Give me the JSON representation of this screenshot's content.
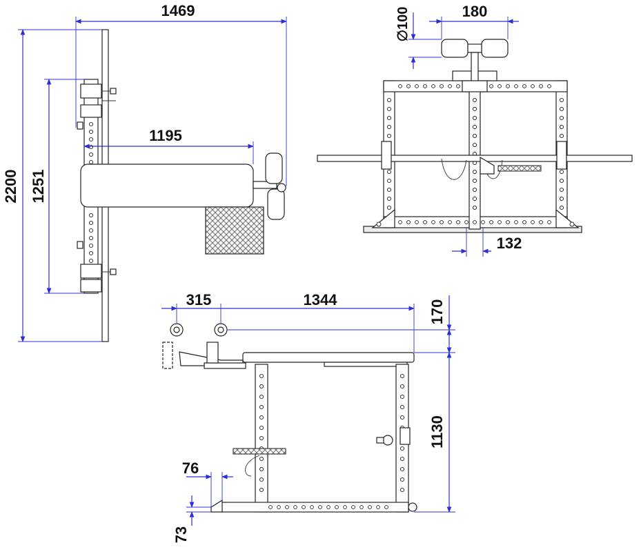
{
  "dimensions": {
    "top_width": "1469",
    "total_height": "2200",
    "inner_height": "1251",
    "bench_length": "1195",
    "diameter": "∅100",
    "roller_width": "180",
    "post_offset": "132",
    "front_overhang": "315",
    "bench_depth": "1344",
    "pad_height": "170",
    "frame_height": "1130",
    "foot_width": "76",
    "foot_height": "73"
  },
  "colors": {
    "dimension_line": "#2a2fd6",
    "outline": "#222222",
    "text": "#111111"
  }
}
